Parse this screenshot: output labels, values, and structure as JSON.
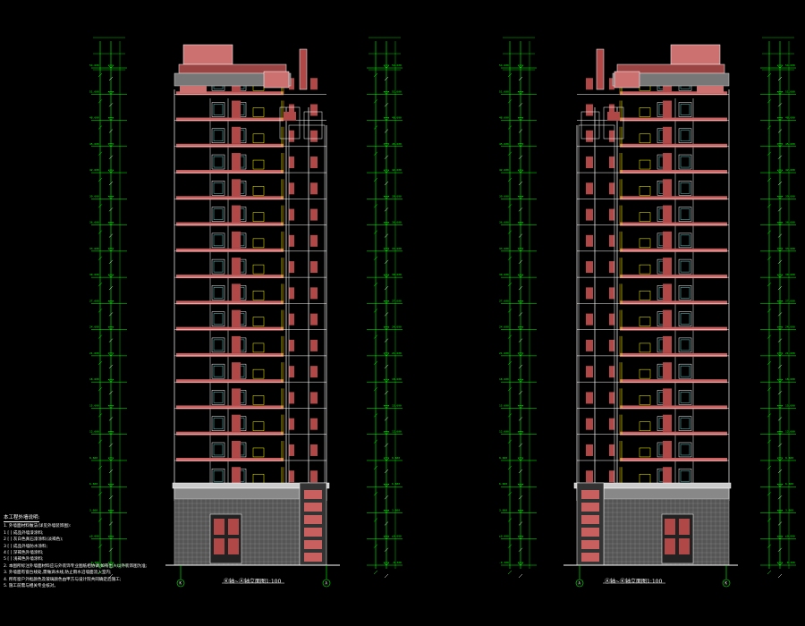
{
  "drawing": {
    "colors": {
      "background": "#000000",
      "dimension": "#00ff00",
      "facade_red": "#b04848",
      "roof": "#cc7070",
      "balcony": "#c86060",
      "wall_line": "#ffffff",
      "yellow": "#ffff00",
      "gold": "#d4a017",
      "window_cyan": "#66cccc",
      "grid_axis": "#00ff00"
    },
    "views": [
      {
        "caption": "Ⓚ轴~Ⓐ轴立面图1:100",
        "axis_left": "K",
        "axis_right": "A"
      },
      {
        "caption": "Ⓐ轴~Ⓚ轴立面图1:100",
        "axis_left": "A",
        "axis_right": "K"
      }
    ],
    "floor_levels": [
      "-0.300",
      "±0.000",
      "3.600",
      "6.600",
      "9.600",
      "12.600",
      "15.600",
      "18.600",
      "21.600",
      "24.600",
      "27.600",
      "30.600",
      "33.600",
      "36.600",
      "39.600",
      "42.600",
      "45.600",
      "48.600",
      "51.600",
      "54.600"
    ],
    "notes": {
      "title": "本工程外墙说明:",
      "items": [
        "1. 外墙面材料做法(详见外墙装饰图):",
        "  1 [ ] 成品外墙漆涂料;",
        "  2 [ ] 灰白色真石漆涂料(淡褐色);",
        "  3 [ ] 成品外墙防水涂料;",
        "  4 [ ] 深褐色外墙涂料;",
        "  5 [ ] 浅褐色外墙涂料;",
        "2. 本图所标注外墙面材料应与外装饰专业图纸相协调,如有出入以外装饰图为准;",
        "3. 外墙面有窗台线处,需做滴水线,防止雨水沿墙面流入室内;",
        "4. 所有窗户外框颜色及玻璃颜色由甲方与设计院共同确定后施工;",
        "5. 施工前需与相关专业核对。"
      ]
    }
  }
}
